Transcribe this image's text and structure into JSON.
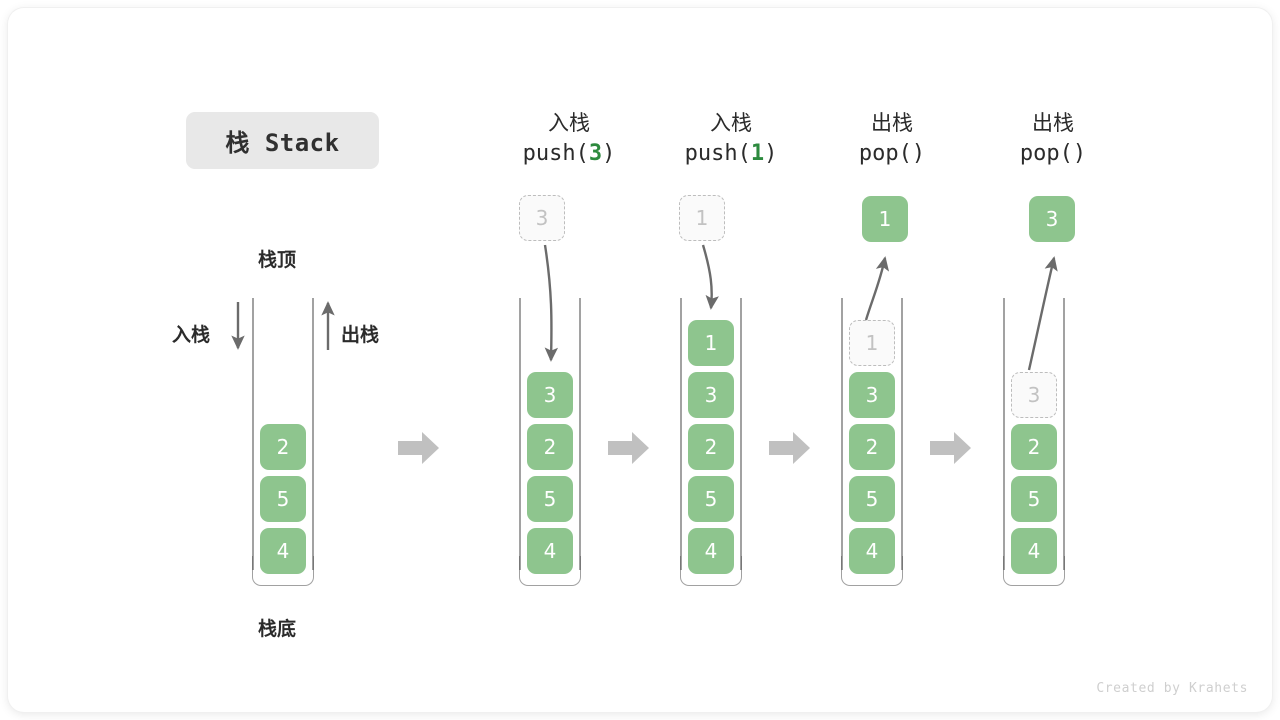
{
  "title": {
    "text": "栈 Stack"
  },
  "labels": {
    "top": "栈顶",
    "bottom": "栈底",
    "push_side": "入栈",
    "pop_side": "出栈"
  },
  "credit": "Created by Krahets",
  "colors": {
    "element_green": "#8ec58e",
    "arg_green": "#2d8a3e",
    "ghost_border": "#bdbdbd",
    "ghost_text": "#c2c2c2",
    "tube_stroke": "#555555",
    "step_arrow": "#c0c0c0",
    "title_chip_bg": "#e8e8e8",
    "credit_text": "#cfcfcf"
  },
  "stages": [
    {
      "id": "initial",
      "op_cn": "",
      "op_code": "",
      "op_arg": "",
      "stack": [
        "2",
        "5",
        "4"
      ],
      "floating": null,
      "ghost": null,
      "step_arrow_after": true
    },
    {
      "id": "push-3",
      "op_cn": "入栈",
      "op_code_prefix": "push(",
      "op_arg": "3",
      "op_code_suffix": ")",
      "stack": [
        "3",
        "2",
        "5",
        "4"
      ],
      "floating": {
        "value": "3",
        "style": "ghost"
      },
      "ghost": null,
      "step_arrow_after": true
    },
    {
      "id": "push-1",
      "op_cn": "入栈",
      "op_code_prefix": "push(",
      "op_arg": "1",
      "op_code_suffix": ")",
      "stack": [
        "1",
        "3",
        "2",
        "5",
        "4"
      ],
      "floating": {
        "value": "1",
        "style": "ghost"
      },
      "ghost": null,
      "step_arrow_after": true
    },
    {
      "id": "pop-1",
      "op_cn": "出栈",
      "op_code_prefix": "pop(",
      "op_arg": "",
      "op_code_suffix": ")",
      "stack": [
        "3",
        "2",
        "5",
        "4"
      ],
      "floating": {
        "value": "1",
        "style": "solid"
      },
      "ghost": {
        "value": "1",
        "slot": 0
      },
      "step_arrow_after": true
    },
    {
      "id": "pop-3",
      "op_cn": "出栈",
      "op_code_prefix": "pop(",
      "op_arg": "",
      "op_code_suffix": ")",
      "stack": [
        "2",
        "5",
        "4"
      ],
      "floating": {
        "value": "3",
        "style": "solid"
      },
      "ghost": {
        "value": "3",
        "slot": 1
      },
      "step_arrow_after": false
    }
  ],
  "columns": {
    "headers": [
      {
        "cn": "入栈",
        "code_prefix": "push(",
        "arg": "3",
        "code_suffix": ")"
      },
      {
        "cn": "入栈",
        "code_prefix": "push(",
        "arg": "1",
        "code_suffix": ")"
      },
      {
        "cn": "出栈",
        "code_prefix": "pop(",
        "arg": "",
        "code_suffix": ")"
      },
      {
        "cn": "出栈",
        "code_prefix": "pop(",
        "arg": "",
        "code_suffix": ")"
      }
    ]
  }
}
